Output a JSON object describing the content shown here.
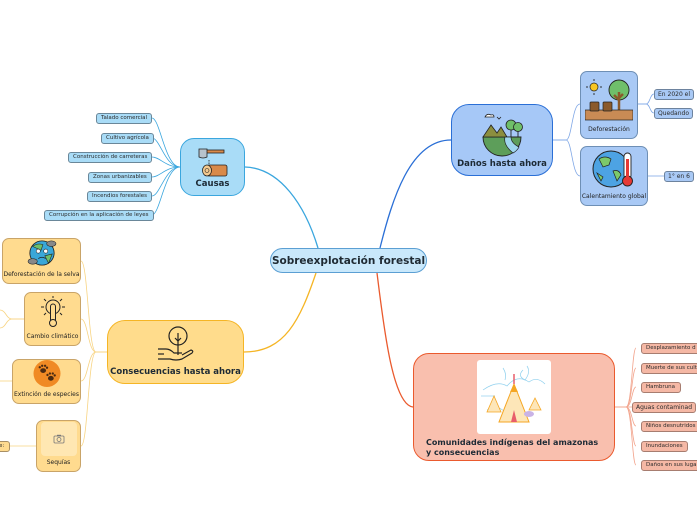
{
  "central": {
    "label": "Sobreexplotación forestal"
  },
  "colors": {
    "causas": "#3aa6de",
    "danos": "#2a6fd6",
    "consecuencias": "#f5b525",
    "comunidades": "#ea5a2e"
  },
  "causas": {
    "label": "Causas",
    "icon": "axe-log-icon",
    "items": [
      "Talado comercial",
      "Cultivo agrícola",
      "Construcción de carreteras",
      "Zonas urbanizables",
      "Incendios forestales",
      "Corrupción en la aplicación de leyes"
    ]
  },
  "danos": {
    "label": "Daños hasta ahora",
    "icon": "landscape-globe-icon",
    "children": [
      {
        "label": "Deforestación",
        "icon": "deforestation-icon",
        "items": [
          "En 2020 el",
          "Quedando"
        ]
      },
      {
        "label": "Calentamiento global",
        "icon": "earth-thermometer-icon",
        "items": [
          "1° en 6"
        ]
      }
    ]
  },
  "consecuencias": {
    "label": "Consecuencias hasta ahora",
    "icon": "hand-plant-icon",
    "children": [
      {
        "label": "Deforestación de la selva",
        "icon": "sad-earth-icon"
      },
      {
        "label": "Cambio climático",
        "icon": "thermometer-sun-icon"
      },
      {
        "label": "Extinción de especies",
        "icon": "paw-prints-icon"
      },
      {
        "label": "Sequías",
        "icon": "camera-placeholder-icon",
        "items": [
          "e:"
        ]
      }
    ]
  },
  "comunidades": {
    "label": "Comunidades indígenas del amazonas y consecuencias",
    "icon": "teepee-village-illustration",
    "items": [
      "Desplazamiento d",
      "Muerte de sus cult",
      "Hambruna",
      "Aguas contaminad",
      "Niños desnutridos",
      "Inundaciones",
      "Daños en sus luga"
    ]
  }
}
